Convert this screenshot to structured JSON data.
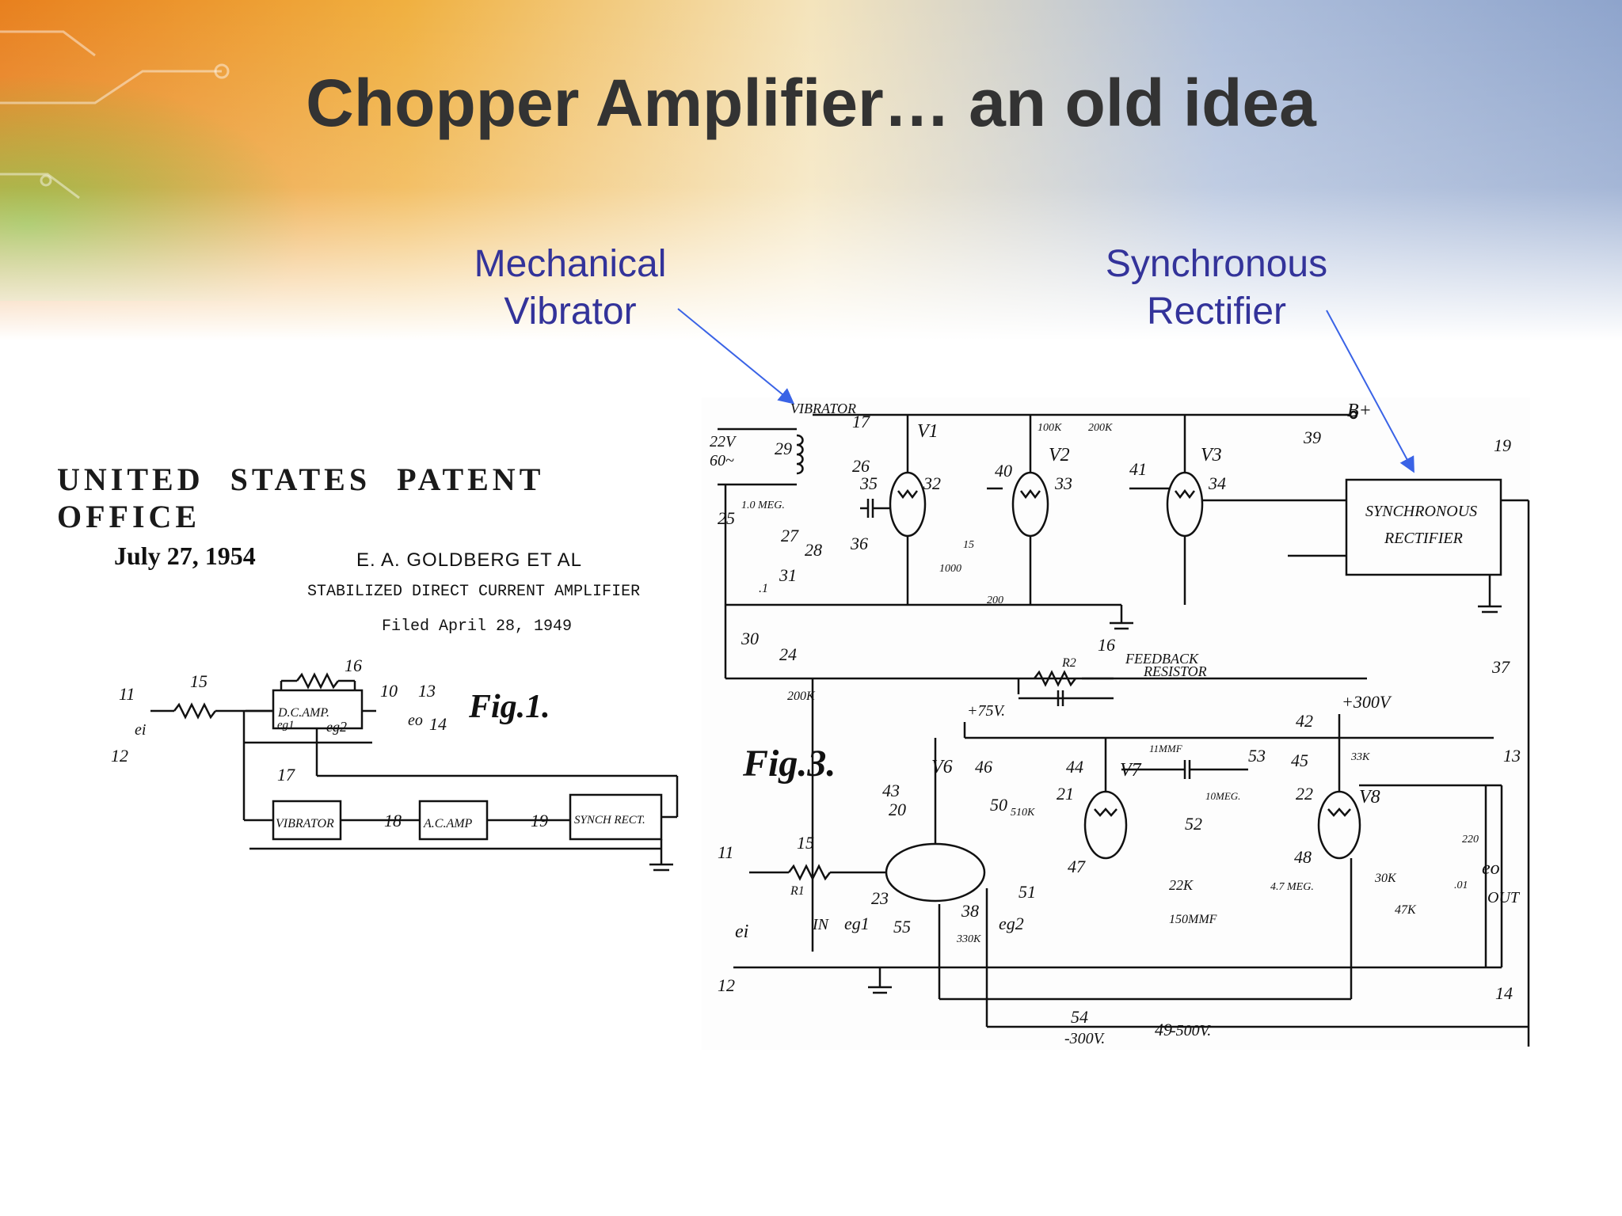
{
  "slide": {
    "title": "Chopper Amplifier… an old idea",
    "callouts": [
      {
        "lines": [
          "Mechanical",
          "Vibrator"
        ]
      },
      {
        "lines": [
          "Synchronous",
          "Rectifier"
        ]
      }
    ]
  },
  "patent": {
    "office": "UNITED STATES PATENT OFFICE",
    "date": "July 27, 1954",
    "author": "E. A. GOLDBERG ET AL",
    "invention": "STABILIZED DIRECT CURRENT AMPLIFIER",
    "filed": "Filed April 28, 1949"
  },
  "fig1": {
    "label": "Fig.1.",
    "blocks": [
      "D.C.AMP.",
      "VIBRATOR",
      "A.C.AMP",
      "SYNCH RECT."
    ],
    "refs": [
      "11",
      "12",
      "15",
      "16",
      "10",
      "13",
      "14",
      "17",
      "18",
      "19"
    ],
    "signals": [
      "ei",
      "eg1",
      "eg2",
      "eo"
    ]
  },
  "fig3": {
    "label": "Fig.3.",
    "tubes": [
      "V1",
      "V2",
      "V3",
      "V6",
      "V7",
      "V8"
    ],
    "labels": [
      "VIBRATOR",
      "22V",
      "60~",
      "B+",
      "SYNCHRONOUS",
      "RECTIFIER",
      "FEEDBACK",
      "RESISTOR",
      "+75V.",
      "+300V",
      "-300V.",
      "-500V.",
      "IN",
      "OUT",
      "R1",
      "R2"
    ],
    "values": [
      "1.0 MEG.",
      "100K",
      "200K",
      "200K",
      ".1",
      "15",
      "1000",
      "200",
      "11MMF",
      "10MEG.",
      "510K",
      "22K",
      "150MMF",
      "4.7 MEG.",
      "33K",
      "30K",
      "47K",
      "220",
      ".01",
      "330K"
    ],
    "refs": [
      "17",
      "29",
      "25",
      "26",
      "27",
      "28",
      "31",
      "30",
      "24",
      "35",
      "32",
      "36",
      "40",
      "33",
      "41",
      "34",
      "39",
      "19",
      "37",
      "16",
      "42",
      "45",
      "53",
      "44",
      "21",
      "46",
      "43",
      "20",
      "50",
      "47",
      "51",
      "52",
      "22",
      "48",
      "13",
      "11",
      "15",
      "23",
      "55",
      "38",
      "14",
      "12",
      "54",
      "49"
    ]
  },
  "colors": {
    "title": "#333333",
    "callout": "#33339a",
    "arrow": "#3a63e6"
  }
}
